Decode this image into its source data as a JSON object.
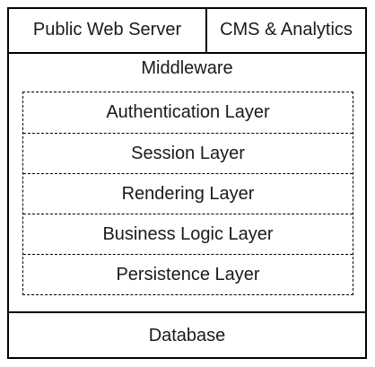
{
  "diagram": {
    "top_left_label": "Public Web Server",
    "top_right_label": "CMS & Analytics",
    "middleware_label": "Middleware",
    "layers": [
      {
        "label": "Authentication Layer"
      },
      {
        "label": "Session Layer"
      },
      {
        "label": "Rendering Layer"
      },
      {
        "label": "Business Logic Layer"
      },
      {
        "label": "Persistence Layer"
      }
    ],
    "bottom_label": "Database"
  }
}
